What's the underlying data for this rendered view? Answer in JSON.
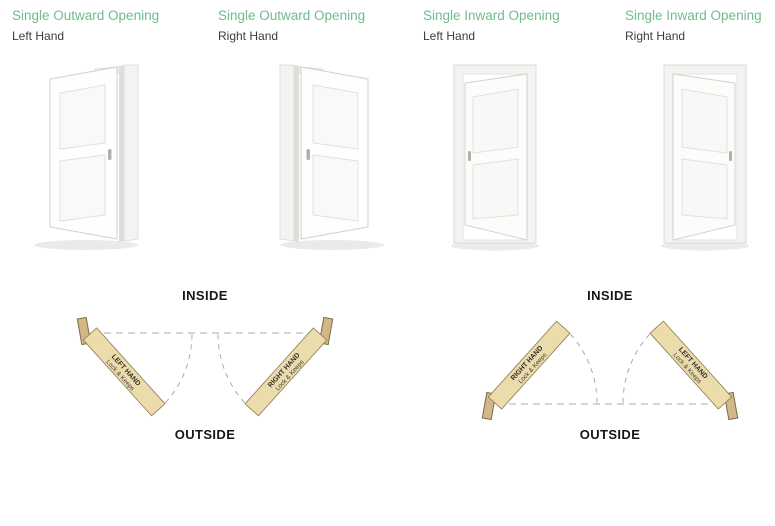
{
  "columns": [
    {
      "title": "Single Outward Opening",
      "subtitle": "Left Hand"
    },
    {
      "title": "Single Outward Opening",
      "subtitle": "Right Hand"
    },
    {
      "title": "Single Inward Opening",
      "subtitle": "Left Hand"
    },
    {
      "title": "Single Inward Opening",
      "subtitle": "Right Hand"
    }
  ],
  "schematics": [
    {
      "opening": "outward",
      "inside_label": "INSIDE",
      "outside_label": "OUTSIDE",
      "slabs": [
        {
          "line1": "LEFT HAND",
          "line2": "Lock & Keeps"
        },
        {
          "line1": "RIGHT HAND",
          "line2": "Lock & Keeps"
        }
      ]
    },
    {
      "opening": "inward",
      "inside_label": "INSIDE",
      "outside_label": "OUTSIDE",
      "slabs": [
        {
          "line1": "RIGHT HAND",
          "line2": "Lock & Keeps"
        },
        {
          "line1": "LEFT HAND",
          "line2": "Lock & Keeps"
        }
      ]
    }
  ],
  "colors": {
    "title_green": "#6fbc8c",
    "subtitle_color": "#3c3c3c",
    "label_color": "#171717",
    "slab_fill": "#eddcab",
    "slab_border": "#8a7a50",
    "post_fill": "#d3b787",
    "post_border": "#7a6a45",
    "dash_color": "#ababab"
  }
}
